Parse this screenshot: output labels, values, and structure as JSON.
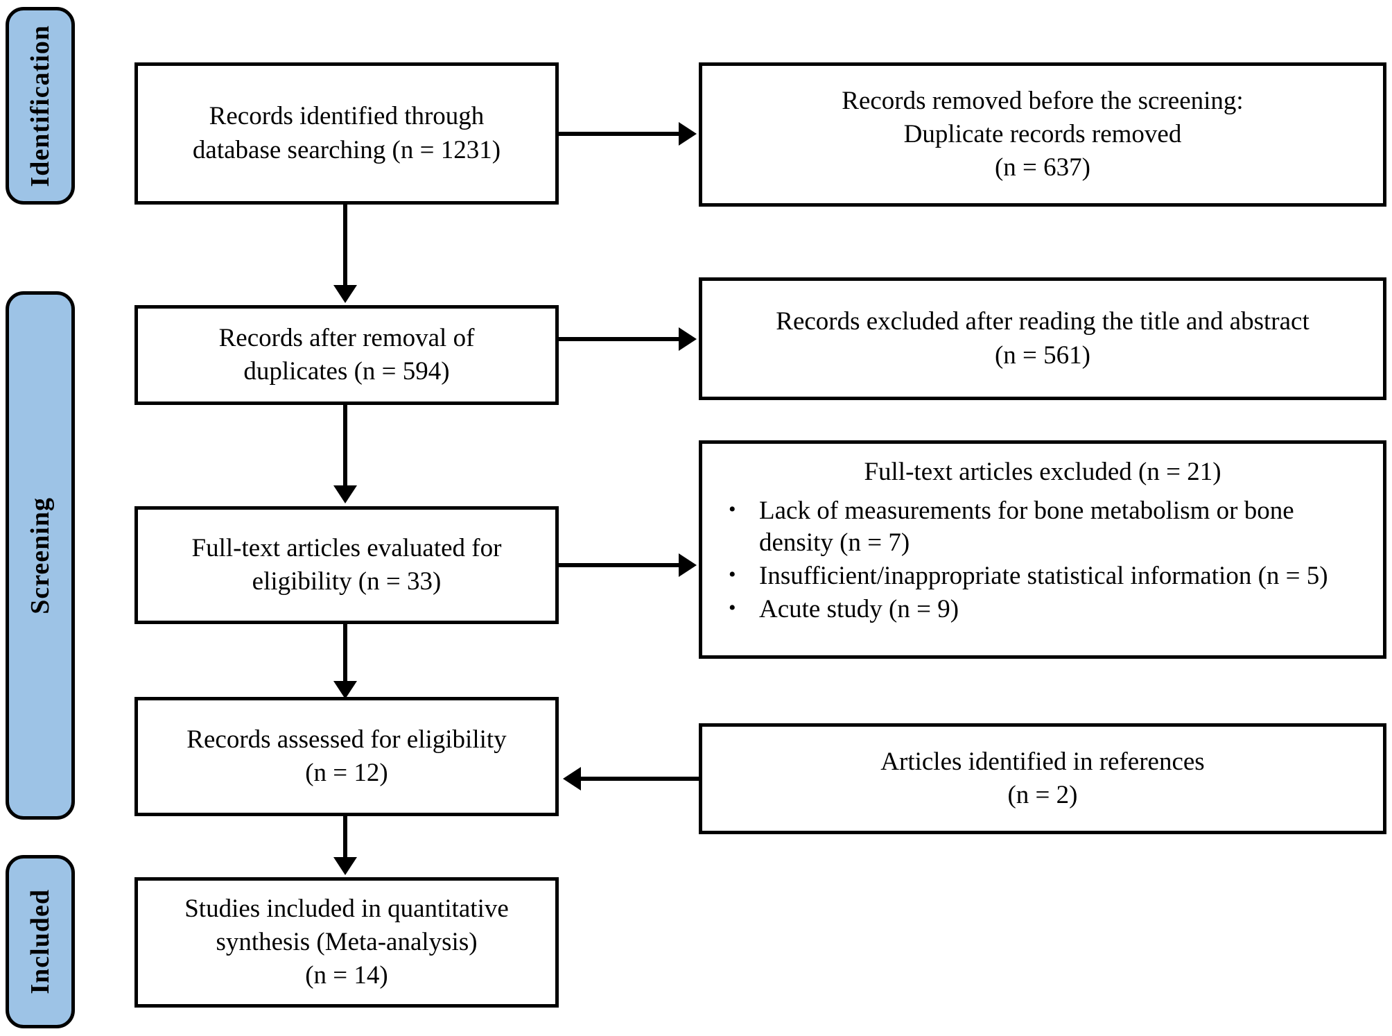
{
  "diagram": {
    "type": "prisma-flow-diagram",
    "colors": {
      "stage_bar_fill": "#9DC3E6",
      "stroke": "#000000",
      "box_fill": "#FFFFFF"
    },
    "stages": [
      {
        "id": "identification",
        "label": "Identification"
      },
      {
        "id": "screening",
        "label": "Screening"
      },
      {
        "id": "included",
        "label": "Included"
      }
    ],
    "boxes": {
      "records_identified": {
        "text": "Records identified through\ndatabase searching (n = 1231)"
      },
      "records_removed_before_screening": {
        "text": "Records removed before the screening:\nDuplicate records removed\n(n = 637)"
      },
      "records_after_duplicates": {
        "text": "Records after removal of\nduplicates (n = 594)"
      },
      "records_excluded_title_abstract": {
        "text": "Records excluded after reading the title and abstract\n(n = 561)"
      },
      "fulltext_evaluated": {
        "text": "Full-text articles evaluated for\neligibility  (n = 33)"
      },
      "fulltext_excluded": {
        "title": "Full-text articles excluded (n = 21)",
        "bullet_glyph": "•",
        "items": [
          "Lack of measurements for bone metabolism or bone density (n = 7)",
          "Insufficient/inappropriate statistical information (n = 5)",
          "Acute study (n = 9)"
        ]
      },
      "records_assessed": {
        "text": "Records assessed for eligibility\n(n = 12)"
      },
      "articles_from_references": {
        "text": "Articles identified in references\n(n = 2)"
      },
      "studies_included": {
        "text": "Studies included in quantitative\nsynthesis (Meta-analysis)\n(n = 14)"
      }
    },
    "counts": {
      "identified_database_searching": 1231,
      "duplicates_removed": 637,
      "after_duplicates": 594,
      "excluded_title_abstract": 561,
      "fulltext_evaluated": 33,
      "fulltext_excluded_total": 21,
      "excluded_lack_of_measurements": 7,
      "excluded_insufficient_statistics": 5,
      "excluded_acute_study": 9,
      "assessed_for_eligibility": 12,
      "identified_in_references": 2,
      "included_in_meta_analysis": 14
    }
  }
}
